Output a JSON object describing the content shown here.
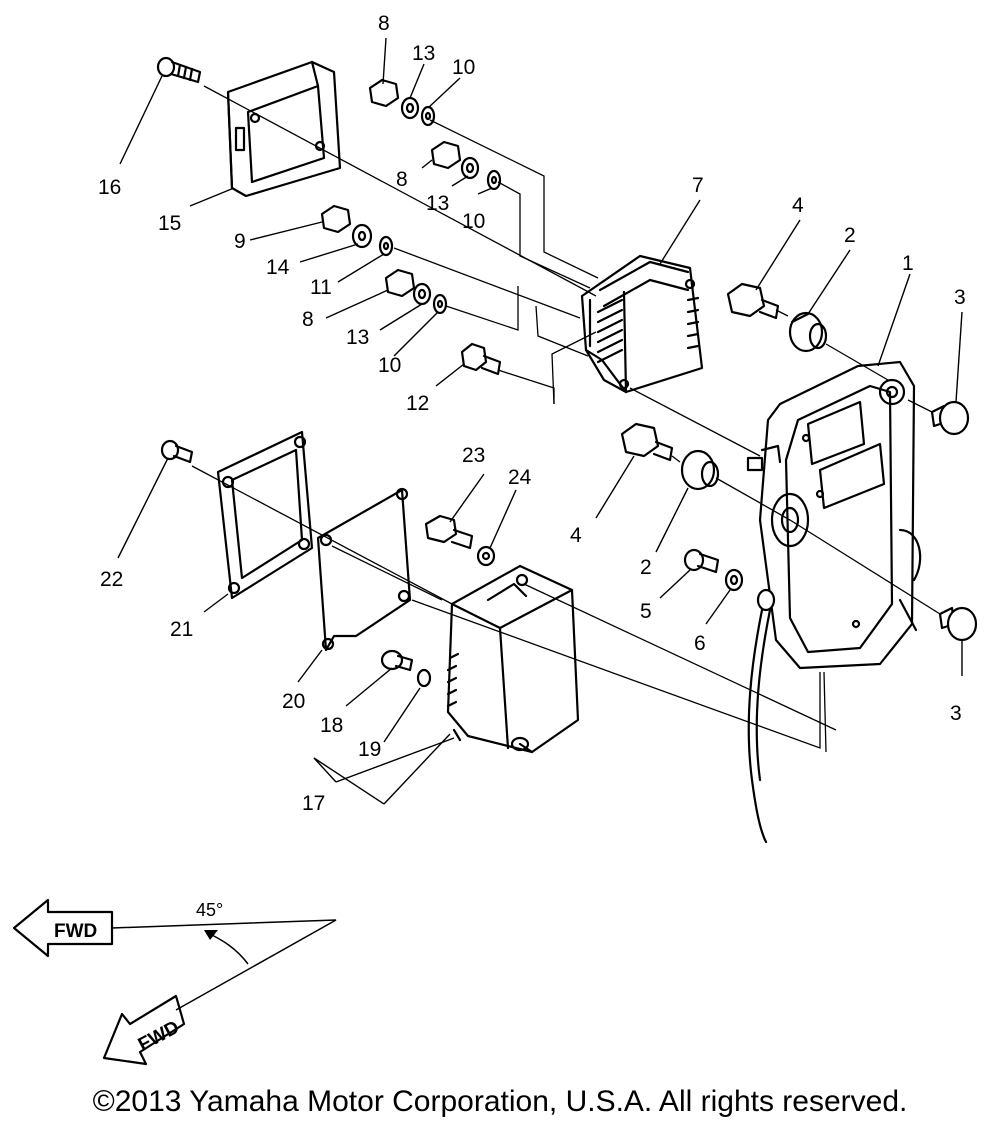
{
  "diagram": {
    "callouts": [
      "1",
      "2",
      "3",
      "4",
      "5",
      "6",
      "7",
      "8",
      "9",
      "10",
      "11",
      "12",
      "13",
      "14",
      "15",
      "16",
      "17",
      "18",
      "19",
      "20",
      "21",
      "22",
      "23",
      "24"
    ],
    "direction": {
      "fwd_label": "FWD",
      "angle_label": "45°"
    },
    "copyright": "©2013 Yamaha Motor Corporation, U.S.A. All rights reserved."
  }
}
